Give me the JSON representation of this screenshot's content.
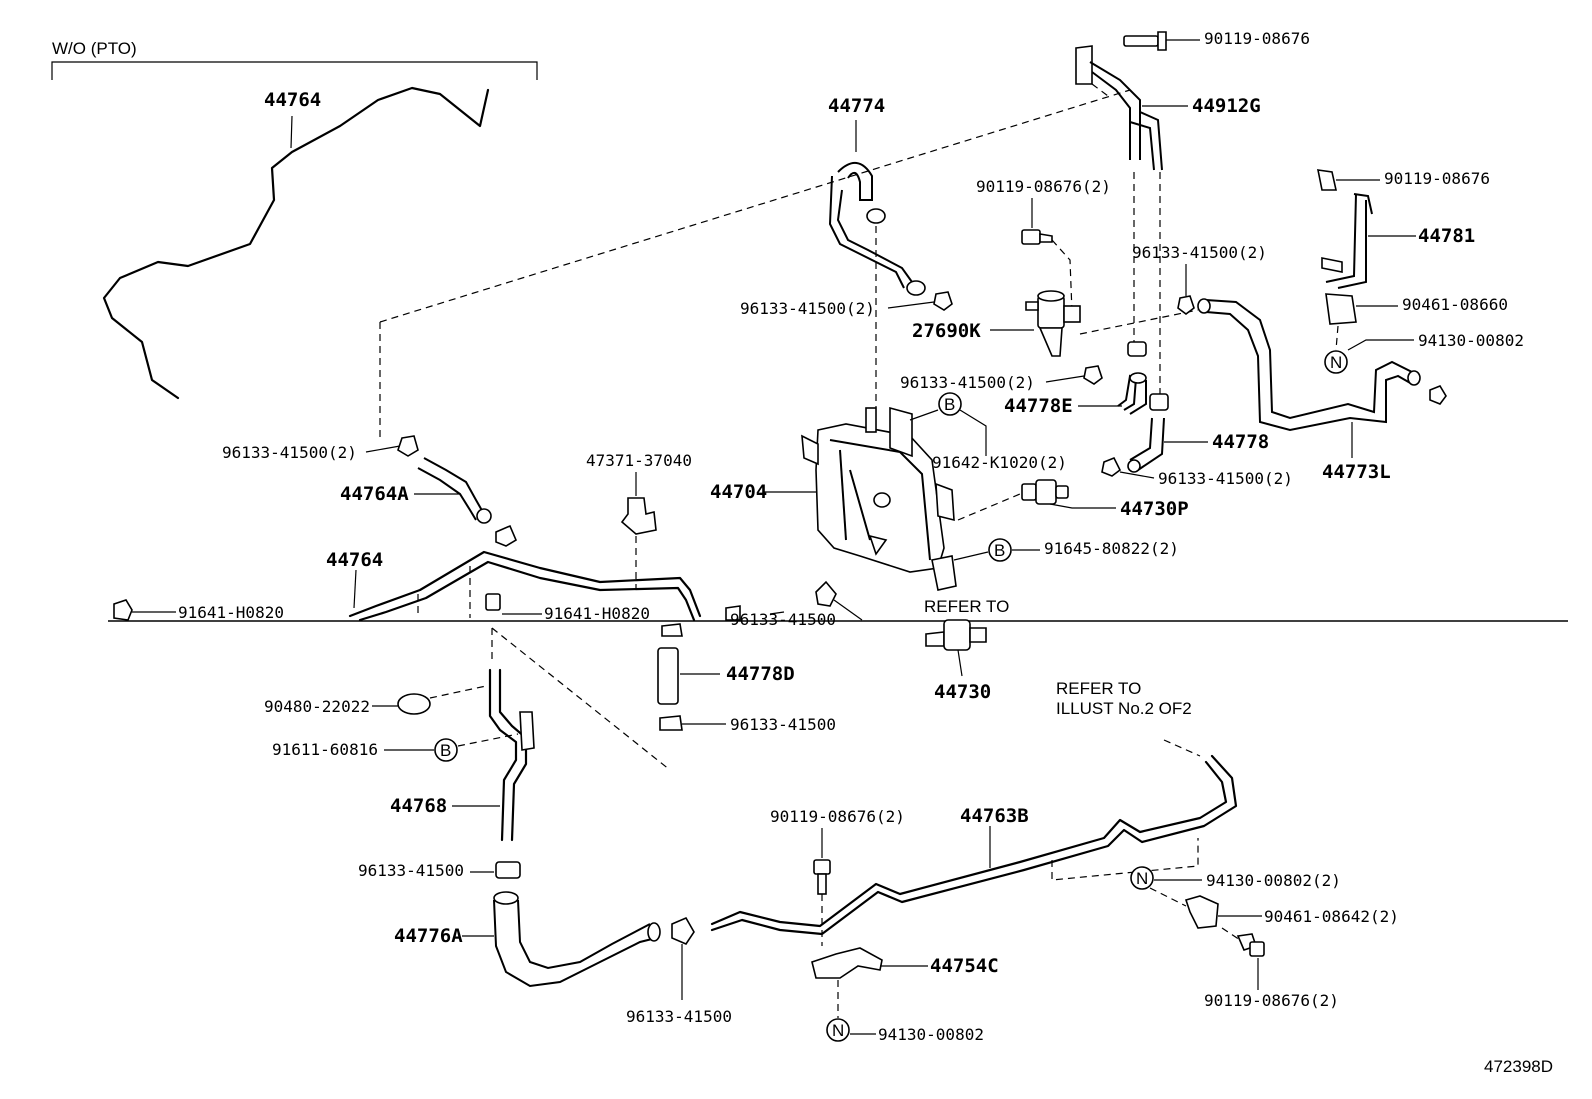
{
  "diagram": {
    "figure_id": "472398D",
    "section_label": "W/O (PTO)",
    "note_refer_1": "REFER TO",
    "note_refer_2a": "REFER TO",
    "note_refer_2b": "ILLUST No.2 OF2",
    "markers": {
      "b": "B",
      "n": "N"
    },
    "parts": {
      "p44764_top": "44764",
      "p44774": "44774",
      "p90119_top": "90119-08676",
      "p44912G": "44912G",
      "p90119_2": "90119-08676(2)",
      "p90119_right": "90119-08676",
      "p44781": "44781",
      "p96133_a": "96133-41500(2)",
      "p96133_b": "96133-41500(2)",
      "p27690K": "27690K",
      "p90461_08660": "90461-08660",
      "p94130_right": "94130-00802",
      "p96133_c": "96133-41500(2)",
      "p44778E": "44778E",
      "p44778": "44778",
      "p44773L": "44773L",
      "p96133_d": "96133-41500(2)",
      "p47371": "47371-37040",
      "p91642": "91642-K1020(2)",
      "p96133_e": "96133-41500(2)",
      "p44764A": "44764A",
      "p44704": "44704",
      "p44730P": "44730P",
      "p91645": "91645-80822(2)",
      "p44764_mid": "44764",
      "p91641_a": "91641-H0820",
      "p91641_b": "91641-H0820",
      "p96133_cut": "96133-41500",
      "p44778D": "44778D",
      "p44730": "44730",
      "p90480": "90480-22022",
      "p96133_f": "96133-41500",
      "p91611": "91611-60816",
      "p44768": "44768",
      "p90119_low": "90119-08676(2)",
      "p44763B": "44763B",
      "p94130_low2": "94130-00802(2)",
      "p96133_g": "96133-41500",
      "p90461_08642": "90461-08642(2)",
      "p44776A": "44776A",
      "p44754C": "44754C",
      "p90119_bottom": "90119-08676(2)",
      "p96133_h": "96133-41500",
      "p94130_bottom": "94130-00802"
    }
  }
}
